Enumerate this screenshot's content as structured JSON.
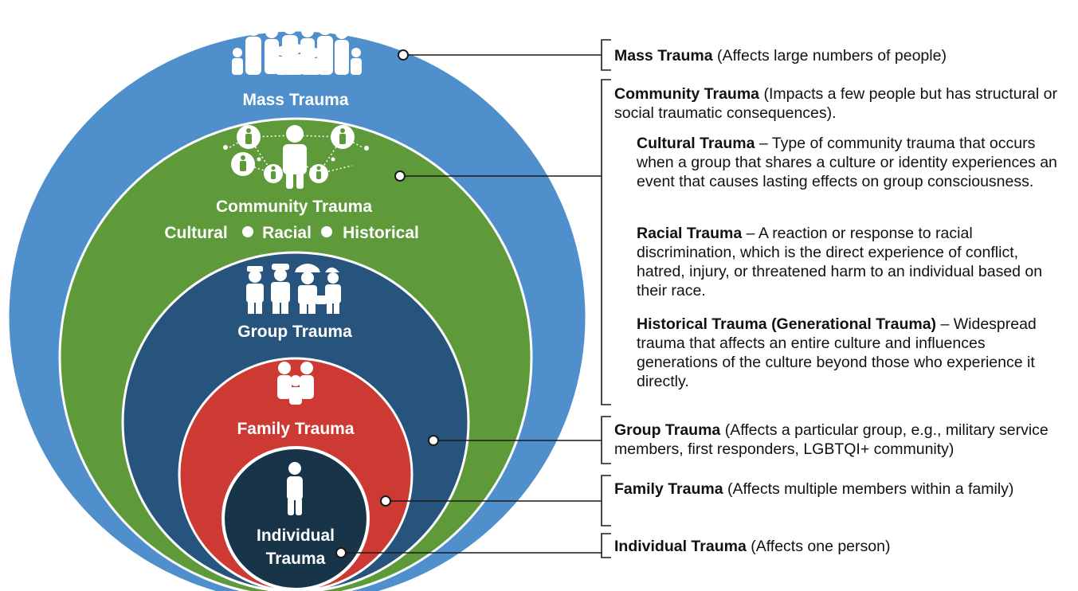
{
  "circles": {
    "mass": {
      "label": "Mass Trauma",
      "color": "#4F8FCC"
    },
    "community": {
      "label": "Community Trauma",
      "sublabel_parts": [
        "Cultural",
        "Racial",
        "Historical"
      ],
      "color": "#5E9A3A"
    },
    "group": {
      "label": "Group Trauma",
      "color": "#27547C"
    },
    "family": {
      "label": "Family Trauma",
      "color": "#CC3A33"
    },
    "individual": {
      "label_line1": "Individual",
      "label_line2": "Trauma",
      "color": "#173449"
    }
  },
  "descriptions": {
    "mass": {
      "term": "Mass Trauma",
      "text": "(Affects large numbers of people)"
    },
    "community": {
      "term": "Community Trauma",
      "text": "(Impacts a few people but has structural or social traumatic consequences)."
    },
    "cultural": {
      "term": "Cultural Trauma",
      "text": "– Type of community trauma that occurs when a group that shares a culture or identity experiences an event that causes lasting effects on group consciousness."
    },
    "racial": {
      "term": "Racial Trauma",
      "text": "– A reaction or response to racial discrimination, which is the direct experience of conflict, hatred, injury, or threatened harm to an individual based on their race."
    },
    "historical": {
      "term": "Historical Trauma (Generational Trauma)",
      "text": "– Widespread trauma that affects an entire culture and influences generations of the culture beyond those who experience it directly."
    },
    "group": {
      "term": "Group Trauma",
      "text": "(Affects a particular group, e.g., military service members, first responders, LGBTQI+ community)"
    },
    "family": {
      "term": "Family Trauma",
      "text": "(Affects multiple members within a family)"
    },
    "individual": {
      "term": "Individual Trauma",
      "text": "(Affects one person)"
    }
  }
}
